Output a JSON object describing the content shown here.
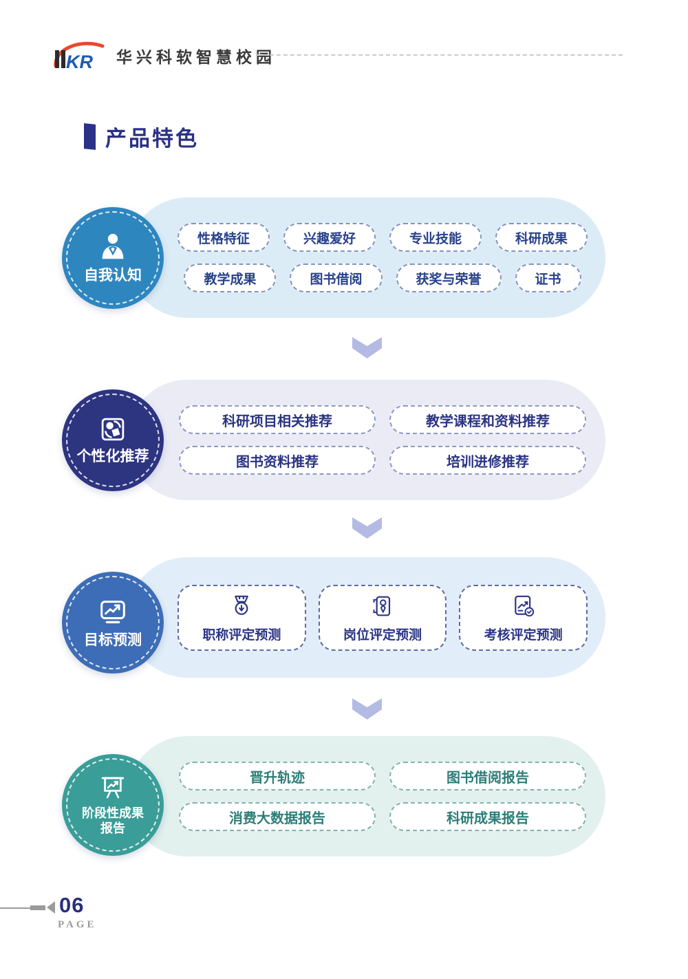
{
  "header": {
    "logo_text": "KR",
    "brand": "华兴科软智慧校园"
  },
  "title": "产品特色",
  "sections": [
    {
      "label": "自我认知",
      "icon": "user-icon",
      "circle_color": "#2e86bf",
      "bg_color": "#dcecf6",
      "rows": [
        [
          "性格特征",
          "兴趣爱好",
          "专业技能",
          "科研成果"
        ],
        [
          "教学成果",
          "图书借阅",
          "获奖与荣誉",
          "证书"
        ]
      ]
    },
    {
      "label": "个性化推荐",
      "icon": "sync-items-icon",
      "circle_color": "#2d3480",
      "bg_color": "#eaebf5",
      "rows": [
        [
          "科研项目相关推荐",
          "教学课程和资料推荐"
        ],
        [
          "图书资料推荐",
          "培训进修推荐"
        ]
      ]
    },
    {
      "label": "目标预测",
      "icon": "trend-board-icon",
      "circle_color": "#3d6db6",
      "bg_color": "#e1edf8",
      "cards": [
        {
          "label": "职称评定预测",
          "icon": "medal-icon"
        },
        {
          "label": "岗位评定预测",
          "icon": "badge-tie-icon"
        },
        {
          "label": "考核评定预测",
          "icon": "chart-check-icon"
        }
      ]
    },
    {
      "label": "阶段性成果报告",
      "icon": "presentation-chart-icon",
      "circle_color": "#3a9d98",
      "bg_color": "#e2f0ee",
      "rows": [
        [
          "晋升轨迹",
          "图书借阅报告"
        ],
        [
          "消费大数据报告",
          "科研成果报告"
        ]
      ]
    }
  ],
  "footer": {
    "page_number": "06",
    "page_label": "PAGE"
  },
  "colors": {
    "title_navy": "#2a3186",
    "pill_text_blue": "#27418a",
    "pill_text_navy": "#2b3484",
    "pill_text_teal": "#2c7d78",
    "chevron": "#b3bbe4",
    "logo_red": "#e64a2e",
    "logo_blue": "#1d5ab4"
  }
}
